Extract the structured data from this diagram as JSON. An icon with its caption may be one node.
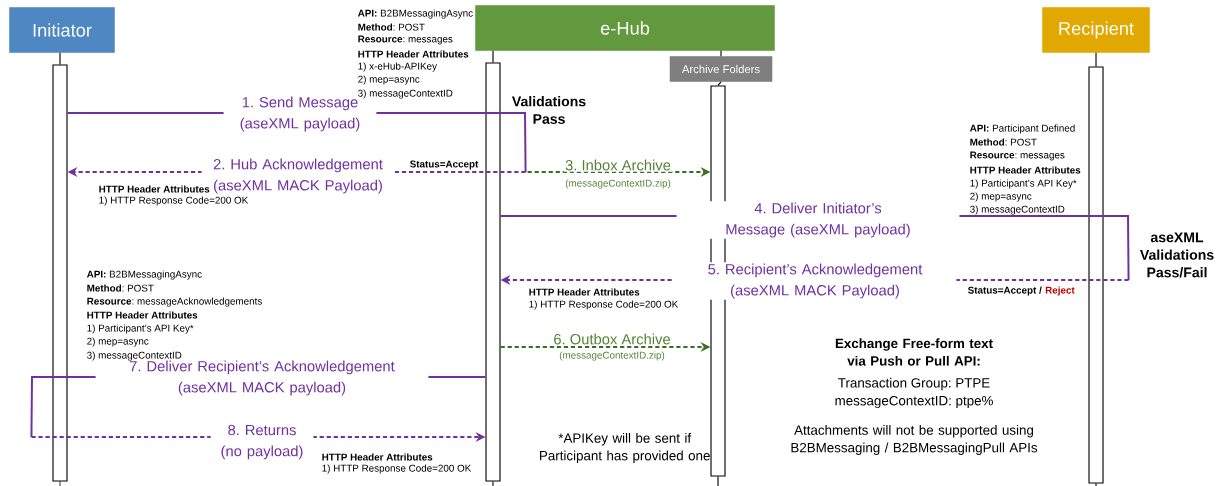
{
  "diagram": {
    "nodes": [
      {
        "text": [
          "Initiator"
        ]
      },
      {
        "text": [
          "e-Hub"
        ]
      },
      {
        "text": [
          "Archive Folders"
        ]
      },
      {
        "text": [
          "Recipient"
        ]
      },
      {
        "text": [],
        "shape": "bar"
      },
      {
        "text": [],
        "shape": "bar"
      },
      {
        "text": [],
        "shape": "bar"
      },
      {
        "text": [],
        "shape": "bar"
      }
    ],
    "edges": [
      {
        "from": 0,
        "to": 4,
        "arrow": "none",
        "color": "#000000"
      },
      {
        "from": 1,
        "to": 5,
        "arrow": "none",
        "color": "#000000"
      },
      {
        "from": 1,
        "to": 2,
        "arrow": "none",
        "color": "#000000"
      },
      {
        "from": 2,
        "to": 6,
        "arrow": "none",
        "color": "#000000"
      },
      {
        "from": 3,
        "to": 7,
        "arrow": "none",
        "color": "#000000"
      },
      {
        "from": 4,
        "to": 5,
        "arrow": "none",
        "label": "1. Send Message (aseXML payload)"
      },
      {
        "from": 5,
        "to": 4,
        "arrow": "to",
        "style": "dashed",
        "label": "2. Hub Acknowledgement (aseXML MACK Payload)"
      },
      {
        "from": 5,
        "to": 6,
        "arrow": "to",
        "style": "dashed",
        "color": "#3b6e24",
        "label": "3. Inbox Archive"
      },
      {
        "from": 5,
        "to": 7,
        "arrow": "none",
        "label": "4. Deliver Initiator’s Message (aseXML payload)"
      },
      {
        "from": 7,
        "to": 5,
        "arrow": "to",
        "style": "dashed",
        "label": "5. Recipient’s Acknowledgement (aseXML MACK Payload)"
      },
      {
        "from": 5,
        "to": 6,
        "arrow": "to",
        "style": "dashed",
        "color": "#3b6e24",
        "label": "6. Outbox Archive"
      },
      {
        "from": 5,
        "to": 4,
        "arrow": "none",
        "label": "7. Deliver Recipient’s Acknowledgement (aseXML MACK payload)"
      },
      {
        "from": 4,
        "to": 5,
        "arrow": "to",
        "style": "dashed",
        "label": "8. Returns (no payload)"
      }
    ],
    "labels": [
      "Validations Pass",
      "**API:** B2BMessagingAsync",
      "**Method**: POST",
      "**Resource**: messages",
      "HTTP Header Attributes",
      "1) x-eHub-APIKey",
      "2) mep=async",
      "3) messageContextID",
      "Status=Accept",
      "HTTP Header Attributes",
      "1) HTTP Response Code=200 OK",
      "(messageContextID.zip)",
      "**API:** Participant Defined",
      "**Method**: POST",
      "**Resource**: messages",
      "HTTP Header Attributes",
      "1) Participant’s API Key*",
      "2) mep=async",
      "3) messageContextID",
      "aseXML Validations Pass/Fail",
      "HTTP Header Attributes",
      "1) HTTP Response Code=200 OK",
      "Status=Accept /",
      "Reject",
      "**API:** B2BMessagingAsync",
      "**Method**: POST",
      "**Resource**: messageAcknowledgements",
      "HTTP Header Attributes",
      "1)  Participant’s API Key*",
      "2) mep=async",
      "3) messageContextID",
      "(messageContextID.zip)",
      "Exchange Free-form text via Push or Pull API:",
      "Transaction Group: PTPE",
      "messageContextID: ptpe%",
      "Attachments will not be supported using B2BMessaging / B2BMessagingPull APIs",
      "*APIKey will be sent if Participant has provided one",
      "HTTP Header Attributes",
      "1) HTTP Response Code=200 OK"
    ]
  }
}
